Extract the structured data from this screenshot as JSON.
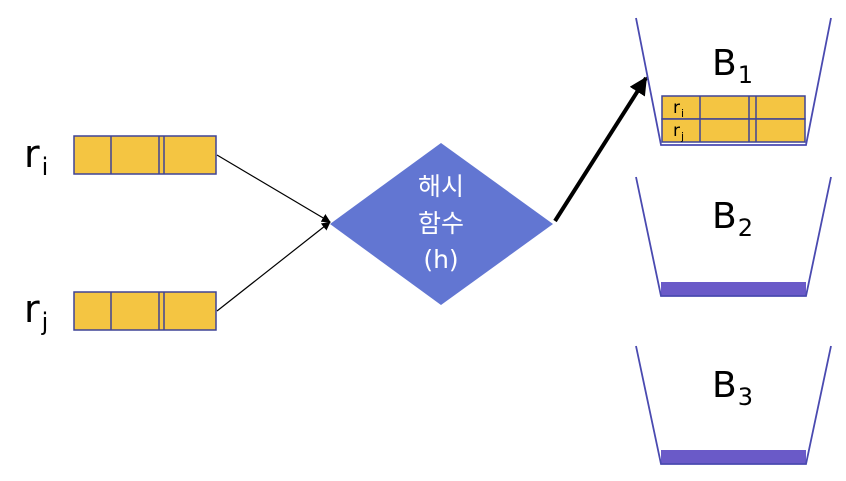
{
  "colors": {
    "record_fill": "#f4c542",
    "record_stroke": "#3f4396",
    "hash_fill": "#6276d2",
    "bucket_stroke": "#4a4ab0",
    "bucket_floor": "#6a5ac8",
    "arrow": "#000000"
  },
  "records": {
    "ri": {
      "base": "r",
      "sub": "i"
    },
    "rj": {
      "base": "r",
      "sub": "j"
    }
  },
  "hash": {
    "line1": "해시",
    "line2": "함수",
    "line3": "(h)"
  },
  "buckets": [
    {
      "base": "B",
      "sub": "1",
      "entries": [
        {
          "base": "r",
          "sub": "i"
        },
        {
          "base": "r",
          "sub": "j"
        }
      ]
    },
    {
      "base": "B",
      "sub": "2",
      "entries": []
    },
    {
      "base": "B",
      "sub": "3",
      "entries": []
    }
  ]
}
